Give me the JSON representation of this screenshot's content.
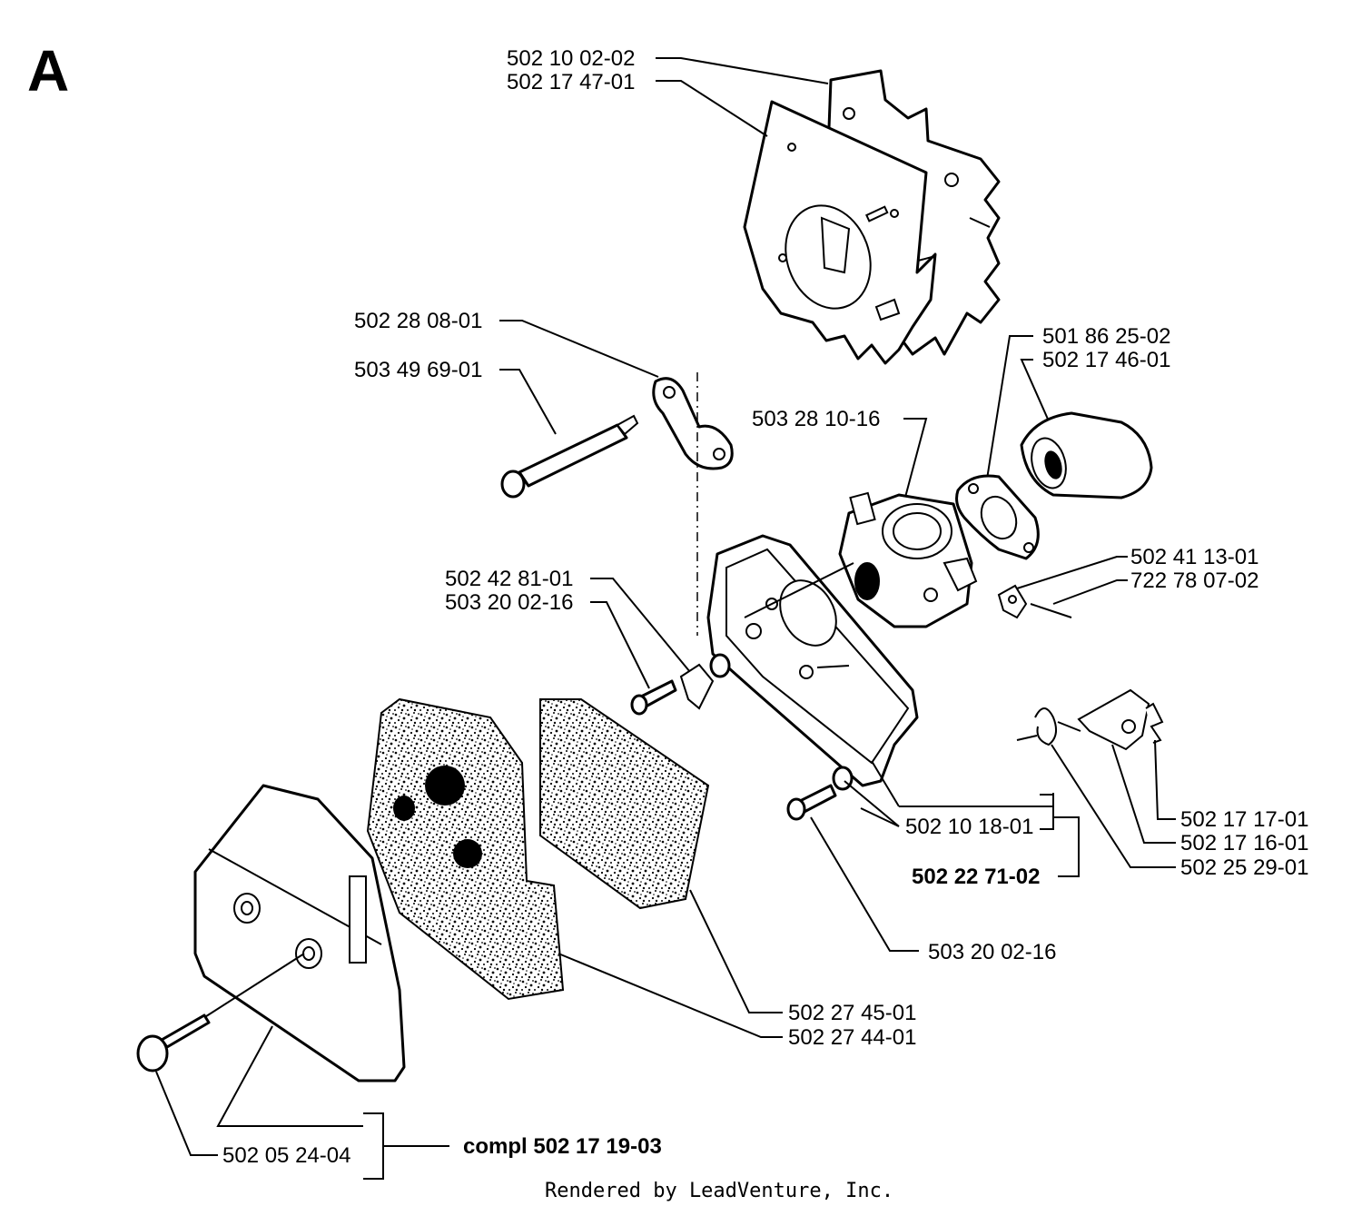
{
  "section_label": "A",
  "footer": "Rendered by LeadVenture, Inc.",
  "labels": {
    "p1": "502 10 02-02",
    "p2": "502 17 47-01",
    "p3": "502 28 08-01",
    "p4": "503 49 69-01",
    "p5": "501 86 25-02",
    "p6": "502 17 46-01",
    "p7": "503 28 10-16",
    "p8": "502 41 13-01",
    "p9": "722 78 07-02",
    "p10": "502 42 81-01",
    "p11": "503 20 02-16",
    "p12": "502 17 17-01",
    "p13": "502 17 16-01",
    "p14": "502 25 29-01",
    "p15": "502 10 18-01",
    "p16": "502 22 71-02",
    "p17": "503 20 02-16",
    "p18": "502 27 45-01",
    "p19": "502 27 44-01",
    "p20": "502 05 24-04",
    "p21": "compl 502 17 19-03"
  }
}
